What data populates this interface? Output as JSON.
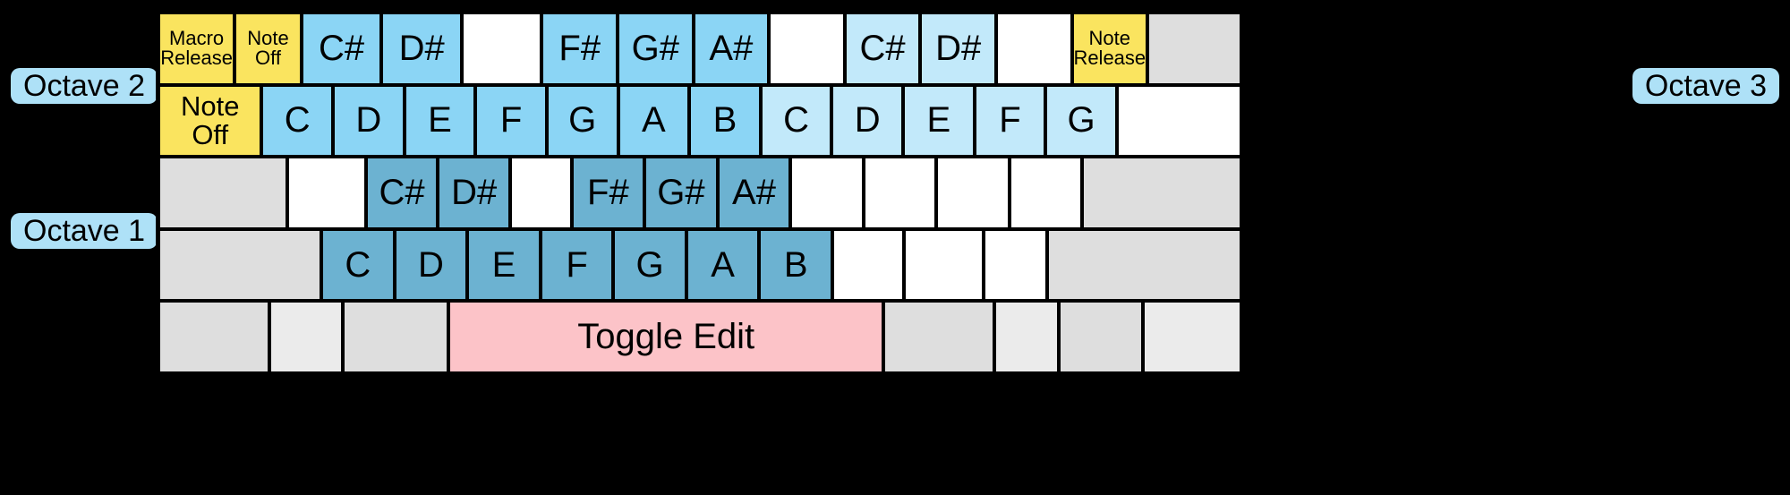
{
  "labels": {
    "octave1": "Octave 1",
    "octave2": "Octave 2",
    "octave3": "Octave 3"
  },
  "colors": {
    "blank": "#ffffff",
    "grey": "#dedede",
    "grey_light": "#ebebeb",
    "yellow": "#fae45f",
    "blue": "#8bd5f5",
    "blue_light": "#c2e9fa",
    "blue_dark": "#6cb2d1",
    "pink": "#fcc3c8",
    "pill": "#aee1f7",
    "border": "#000000",
    "background": "#000000"
  },
  "keyboard": {
    "rows": [
      {
        "name": "row-octave2-sharps",
        "keys": [
          {
            "label": "Macro\nRelease",
            "color": "yellow",
            "size": "small",
            "x": 0,
            "w": 7.04
          },
          {
            "label": "Note\nOff",
            "color": "yellow",
            "size": "small",
            "x": 7.04,
            "w": 6.17
          },
          {
            "label": "C#",
            "color": "blue",
            "size": "note",
            "x": 13.21,
            "w": 7.4
          },
          {
            "label": "D#",
            "color": "blue",
            "size": "note",
            "x": 20.61,
            "w": 7.4
          },
          {
            "label": "",
            "color": "blank",
            "size": "note",
            "x": 28.01,
            "w": 7.4
          },
          {
            "label": "F#",
            "color": "blue",
            "size": "note",
            "x": 35.41,
            "w": 6.99
          },
          {
            "label": "G#",
            "color": "blue",
            "size": "note",
            "x": 42.4,
            "w": 6.99
          },
          {
            "label": "A#",
            "color": "blue",
            "size": "note",
            "x": 49.39,
            "w": 6.99
          },
          {
            "label": "",
            "color": "blank",
            "size": "note",
            "x": 56.38,
            "w": 6.99
          },
          {
            "label": "C#",
            "color": "blue_light",
            "size": "note",
            "x": 63.37,
            "w": 6.99
          },
          {
            "label": "D#",
            "color": "blue_light",
            "size": "note",
            "x": 70.36,
            "w": 6.99
          },
          {
            "label": "",
            "color": "blank",
            "size": "note",
            "x": 77.35,
            "w": 6.99
          },
          {
            "label": "Note\nRelease",
            "color": "yellow",
            "size": "small",
            "x": 84.34,
            "w": 6.99
          },
          {
            "label": "",
            "color": "grey",
            "size": "note",
            "x": 91.33,
            "w": 8.67
          }
        ]
      },
      {
        "name": "row-octave2-naturals",
        "keys": [
          {
            "label": "Note\nOff",
            "color": "yellow",
            "size": "med",
            "x": 0,
            "w": 9.54
          },
          {
            "label": "C",
            "color": "blue",
            "size": "note",
            "x": 9.54,
            "w": 6.58
          },
          {
            "label": "D",
            "color": "blue",
            "size": "note",
            "x": 16.12,
            "w": 6.58
          },
          {
            "label": "E",
            "color": "blue",
            "size": "note",
            "x": 22.7,
            "w": 6.58
          },
          {
            "label": "F",
            "color": "blue",
            "size": "note",
            "x": 29.28,
            "w": 6.58
          },
          {
            "label": "G",
            "color": "blue",
            "size": "note",
            "x": 35.86,
            "w": 6.58
          },
          {
            "label": "A",
            "color": "blue",
            "size": "note",
            "x": 42.44,
            "w": 6.58
          },
          {
            "label": "B",
            "color": "blue",
            "size": "note",
            "x": 49.02,
            "w": 6.58
          },
          {
            "label": "C",
            "color": "blue_light",
            "size": "note",
            "x": 55.6,
            "w": 6.58
          },
          {
            "label": "D",
            "color": "blue_light",
            "size": "note",
            "x": 62.18,
            "w": 6.58
          },
          {
            "label": "E",
            "color": "blue_light",
            "size": "note",
            "x": 68.76,
            "w": 6.58
          },
          {
            "label": "F",
            "color": "blue_light",
            "size": "note",
            "x": 75.34,
            "w": 6.58
          },
          {
            "label": "G",
            "color": "blue_light",
            "size": "note",
            "x": 81.92,
            "w": 6.58
          },
          {
            "label": "",
            "color": "blank",
            "size": "note",
            "x": 88.5,
            "w": 11.5
          }
        ]
      },
      {
        "name": "row-octave1-sharps",
        "keys": [
          {
            "label": "",
            "color": "grey",
            "size": "note",
            "x": 0,
            "w": 11.92
          },
          {
            "label": "",
            "color": "blank",
            "size": "note",
            "x": 11.92,
            "w": 7.24
          },
          {
            "label": "C#",
            "color": "blue_dark",
            "size": "note",
            "x": 19.16,
            "w": 6.66
          },
          {
            "label": "D#",
            "color": "blue_dark",
            "size": "note",
            "x": 25.82,
            "w": 6.66
          },
          {
            "label": "",
            "color": "blank",
            "size": "note",
            "x": 32.48,
            "w": 5.67
          },
          {
            "label": "F#",
            "color": "blue_dark",
            "size": "note",
            "x": 38.15,
            "w": 6.74
          },
          {
            "label": "G#",
            "color": "blue_dark",
            "size": "note",
            "x": 44.89,
            "w": 6.74
          },
          {
            "label": "A#",
            "color": "blue_dark",
            "size": "note",
            "x": 51.63,
            "w": 6.74
          },
          {
            "label": "",
            "color": "blank",
            "size": "note",
            "x": 58.37,
            "w": 6.74
          },
          {
            "label": "",
            "color": "blank",
            "size": "note",
            "x": 65.11,
            "w": 6.74
          },
          {
            "label": "",
            "color": "blank",
            "size": "note",
            "x": 71.85,
            "w": 6.74
          },
          {
            "label": "",
            "color": "blank",
            "size": "note",
            "x": 78.59,
            "w": 6.74
          },
          {
            "label": "",
            "color": "grey",
            "size": "note",
            "x": 85.33,
            "w": 14.67
          }
        ]
      },
      {
        "name": "row-octave1-naturals",
        "keys": [
          {
            "label": "",
            "color": "grey",
            "size": "note",
            "x": 0,
            "w": 15.05
          },
          {
            "label": "C",
            "color": "blue_dark",
            "size": "note",
            "x": 15.05,
            "w": 6.74
          },
          {
            "label": "D",
            "color": "blue_dark",
            "size": "note",
            "x": 21.79,
            "w": 6.74
          },
          {
            "label": "E",
            "color": "blue_dark",
            "size": "note",
            "x": 28.53,
            "w": 6.74
          },
          {
            "label": "F",
            "color": "blue_dark",
            "size": "note",
            "x": 35.27,
            "w": 6.74
          },
          {
            "label": "G",
            "color": "blue_dark",
            "size": "note",
            "x": 42.01,
            "w": 6.74
          },
          {
            "label": "A",
            "color": "blue_dark",
            "size": "note",
            "x": 48.75,
            "w": 6.74
          },
          {
            "label": "B",
            "color": "blue_dark",
            "size": "note",
            "x": 55.49,
            "w": 6.74
          },
          {
            "label": "",
            "color": "blank",
            "size": "note",
            "x": 62.23,
            "w": 6.58
          },
          {
            "label": "",
            "color": "blank",
            "size": "note",
            "x": 68.81,
            "w": 7.4
          },
          {
            "label": "",
            "color": "blank",
            "size": "note",
            "x": 76.21,
            "w": 5.84
          },
          {
            "label": "",
            "color": "grey",
            "size": "note",
            "x": 82.05,
            "w": 17.95
          }
        ]
      },
      {
        "name": "row-bottom",
        "keys": [
          {
            "label": "",
            "color": "grey",
            "size": "note",
            "x": 0,
            "w": 10.28
          },
          {
            "label": "",
            "color": "grey_light",
            "size": "note",
            "x": 10.28,
            "w": 6.74
          },
          {
            "label": "",
            "color": "grey",
            "size": "note",
            "x": 17.02,
            "w": 9.79
          },
          {
            "label": "Toggle Edit",
            "color": "pink",
            "size": "toggle",
            "x": 26.81,
            "w": 40.13
          },
          {
            "label": "",
            "color": "grey",
            "size": "note",
            "x": 66.94,
            "w": 10.28
          },
          {
            "label": "",
            "color": "grey_light",
            "size": "note",
            "x": 77.22,
            "w": 5.92
          },
          {
            "label": "",
            "color": "grey",
            "size": "note",
            "x": 83.14,
            "w": 7.73
          },
          {
            "label": "",
            "color": "grey_light",
            "size": "note",
            "x": 90.87,
            "w": 9.13
          }
        ]
      }
    ]
  }
}
